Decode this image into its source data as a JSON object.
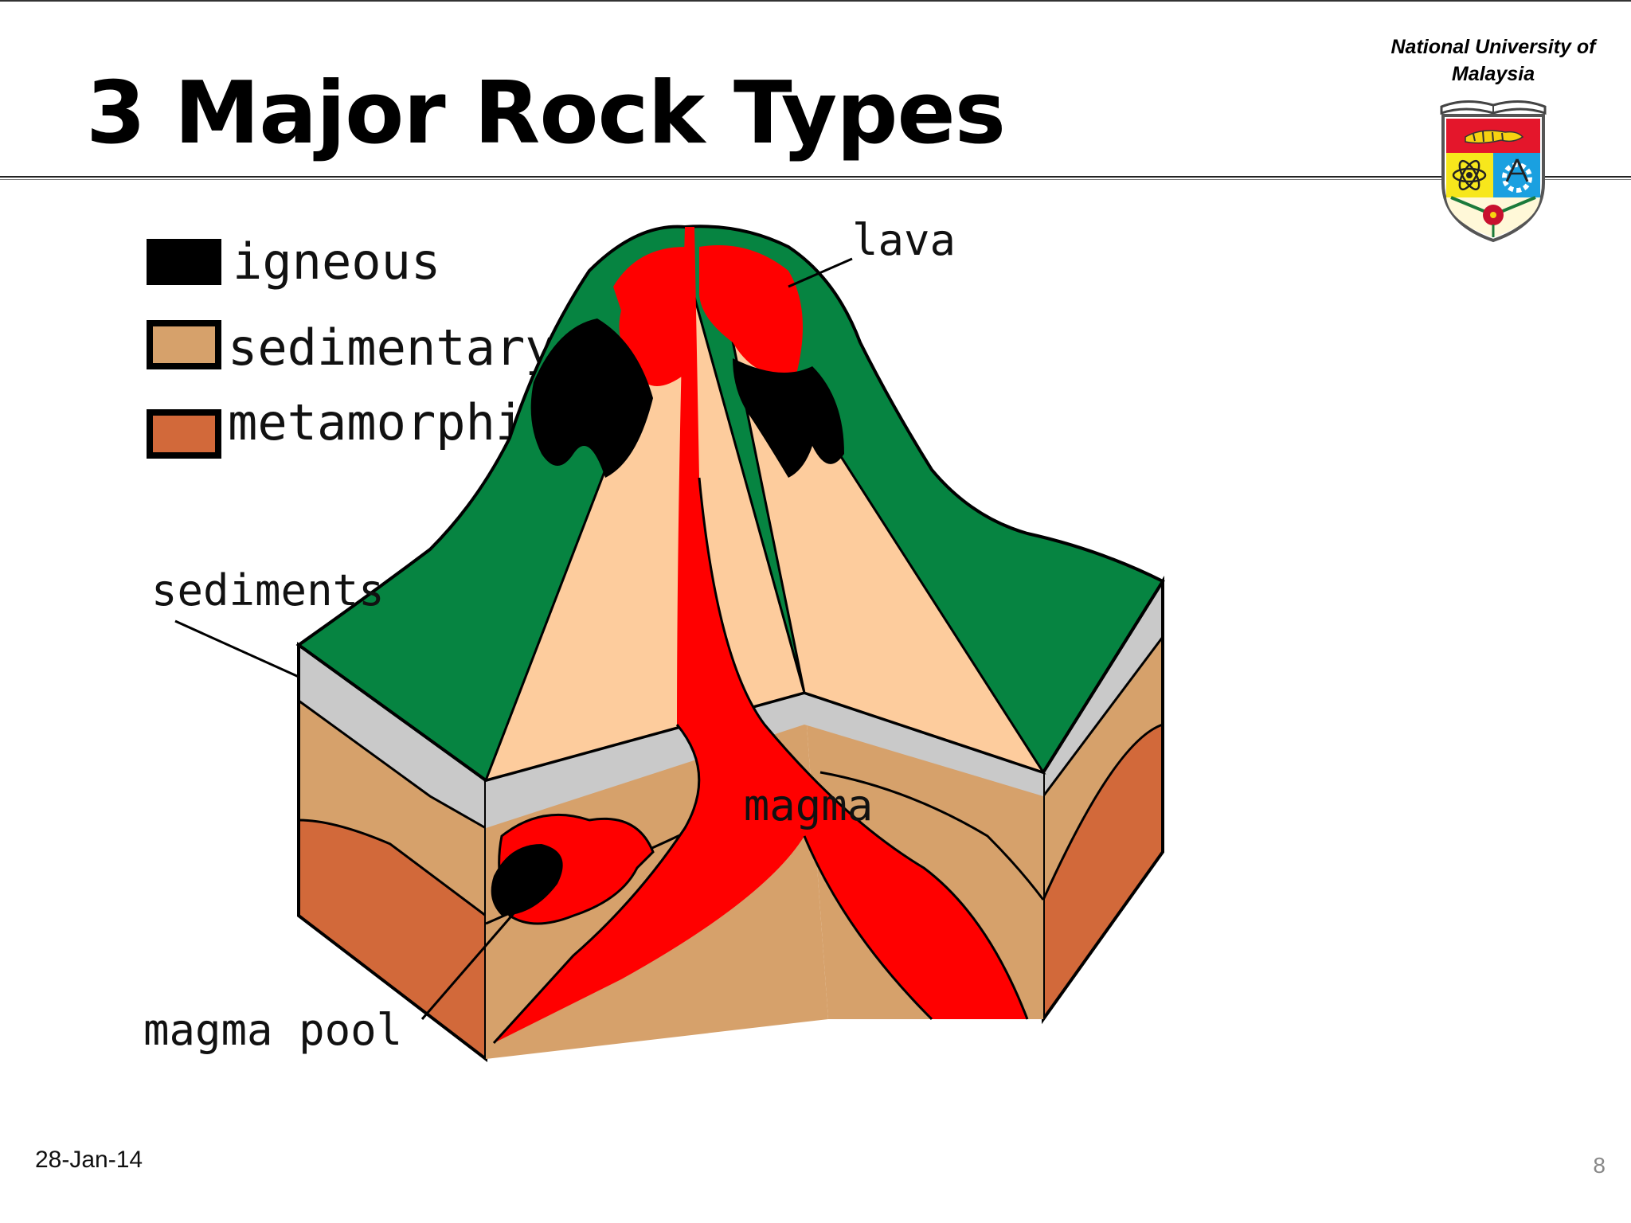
{
  "slide": {
    "title": "3 Major Rock Types",
    "institution": "National University of Malaysia",
    "date": "28-Jan-14",
    "page_number": "8"
  },
  "legend": {
    "items": [
      {
        "label": "igneous",
        "color": "#000000"
      },
      {
        "label": "sedimentary",
        "color": "#d6a16b"
      },
      {
        "label": "metamorphic",
        "color": "#d2693a"
      }
    ]
  },
  "diagram": {
    "labels": {
      "lava": "lava",
      "sediments": "sediments",
      "magma": "magma",
      "magma_pool": "magma pool"
    },
    "colors": {
      "surface": "#068441",
      "cone": "#fdcc9d",
      "sediment_layer": "#c9c9c9",
      "sedimentary": "#d6a16b",
      "metamorphic": "#d2693a",
      "magma": "#ff0000",
      "igneous": "#000000"
    }
  },
  "crest_icons": [
    "open-book-icon",
    "tiger-icon",
    "atom-icon",
    "compass-gear-icon",
    "hibiscus-icon"
  ]
}
